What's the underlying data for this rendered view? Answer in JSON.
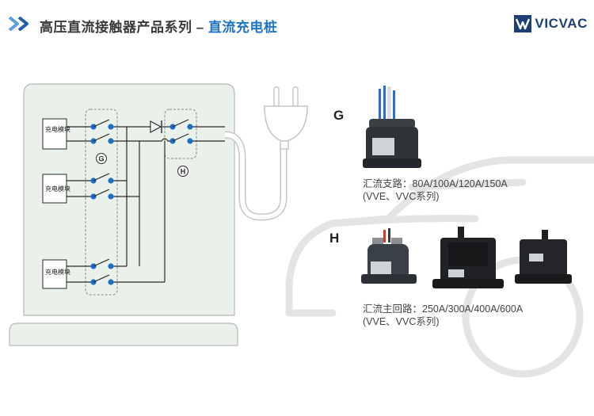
{
  "header": {
    "title_main": "高压直流接触器产品系列 – ",
    "title_accent": "直流充电桩",
    "logo_text": "VICVAC",
    "accent_color": "#1e74c4",
    "brand_color": "#1d3f78"
  },
  "diagram": {
    "module_label": "充电模块",
    "group_g_marker": "G",
    "group_h_marker": "H"
  },
  "products": {
    "g": {
      "letter": "G",
      "spec_line1": "汇流支路：80A/100A/120A/150A",
      "spec_line2": "(VVE、VVC系列)"
    },
    "h": {
      "letter": "H",
      "spec_line1": "汇流主回路：250A/300A/400A/600A",
      "spec_line2": "(VVE、VVC系列)"
    }
  }
}
